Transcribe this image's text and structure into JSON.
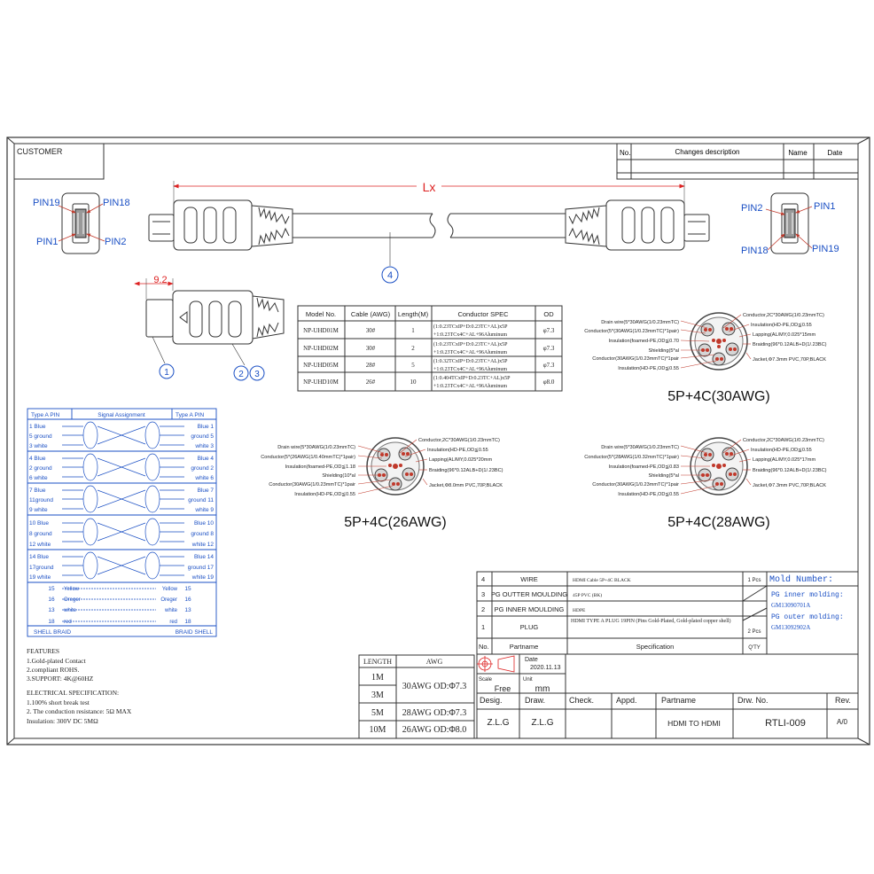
{
  "header": {
    "customer_label": "CUSTOMER",
    "rev_cols": [
      "No.",
      "Changes description",
      "Name",
      "Date"
    ]
  },
  "connectors": {
    "left_pins": {
      "top_left": "PIN19",
      "top_right": "PIN18",
      "bottom_left": "PIN1",
      "bottom_right": "PIN2"
    },
    "right_pins": {
      "top_left": "PIN2",
      "top_right": "PIN1",
      "bottom_left": "PIN18",
      "bottom_right": "PIN19"
    }
  },
  "cable": {
    "length_label": "Lx",
    "balloon_wire": "4",
    "dim_plug": "9.2",
    "balloon_1": "1",
    "balloon_2": "2",
    "balloon_3": "3"
  },
  "model_table": {
    "headers": [
      "Model No.",
      "Cable (AWG)",
      "Length(M)",
      "Conductor SPEC",
      "OD"
    ],
    "rows": [
      {
        "model": "NP-UHD01M",
        "awg": "30#",
        "len": "1",
        "spec1": "(1:0.23TCxIP+D:0.23TC+AL)x5P",
        "spec2": "+1:0.23TCx4C+AL+96Aluminum",
        "od": "φ7.3"
      },
      {
        "model": "NP-UHD02M",
        "awg": "30#",
        "len": "2",
        "spec1": "(1:0.23TCxIP+D:0.23TC+AL)x5P",
        "spec2": "+1:0.23TCx4C+AL+96Aluminum",
        "od": "φ7.3"
      },
      {
        "model": "NP-UHD05M",
        "awg": "28#",
        "len": "5",
        "spec1": "(1:0.32TCxIP+D:0.23TC+AL)x5P",
        "spec2": "+1:0.23TCx4C+AL+96Aluminum",
        "od": "φ7.3"
      },
      {
        "model": "NP-UHD10M",
        "awg": "26#",
        "len": "10",
        "spec1": "(1:0.404TCxIP+D:0.23TC+AL)x5P",
        "spec2": "+1:0.23TCx4C+AL+96Aluminum",
        "od": "φ8.0"
      }
    ]
  },
  "cross_sections": {
    "awg30": {
      "title": "5P+4C(30AWG)",
      "left": [
        "Drain wire(5*30AWG(1/0.23mmTC)",
        "Conductor(5*(30AWG(1/0.23mmTC)*1pair)",
        "Insulation(foamed-PE,OD≦0.70",
        "Shielding(5*al",
        "Conductor(30AWG(1/0.23mmTC)*1pair",
        "Insulation(HD-PE,OD≦0.55"
      ],
      "right": [
        "Conductor,2C*30AWG(1/0.23mmTC)",
        "Insulation(HD-PE,OD≦0.55",
        "Lapping(AL/MY,0.025*15mm",
        "Braiding(96*0.12ALB+D(1/.23BC)",
        "Jacket,Φ7.3mm PVC,70P,BLACK"
      ]
    },
    "awg26": {
      "title": "5P+4C(26AWG)",
      "left": [
        "Drain wire(5*30AWG(1/0.23mmTC)",
        "Conductor(5*(26AWG(1/0.40mmTC)*1pair)",
        "Insulation(foamed-PE,OD≦1.18",
        "Shielding(10*al",
        "Conductor(30AWG(1/0.23mmTC)*1pair",
        "Insulation(HD-PE,OD≦0.55"
      ],
      "right": [
        "Conductor,2C*30AWG(1/0.23mmTC)",
        "Insulation(HD-PE,OD≦0.55",
        "Lapping(AL/MY,0.025*20mm",
        "Braiding(96*0.12ALB+D(1/.23BC)",
        "Jacket,Φ8.0mm PVC,70P,BLACK"
      ]
    },
    "awg28": {
      "title": "5P+4C(28AWG)",
      "left": [
        "Drain wire(5*30AWG(1/0.23mmTC)",
        "Conductor(5*(28AWG(1/0.32mmTC)*1pair)",
        "Insulation(foamed-PE,OD≦0.83",
        "Shielding(5*al",
        "Conductor(30AWG(1/0.23mmTC)*1pair",
        "Insulation(HD-PE,OD≦0.55"
      ],
      "right": [
        "Conductor,2C*30AWG(1/0.23mmTC)",
        "Insulation(HD-PE,OD≦0.55",
        "Lapping(AL/MY,0.025*17mm",
        "Braiding(96*0.12ALB+D(1/.23BC)",
        "Jacket,Φ7.3mm PVC,70P,BLACK"
      ]
    }
  },
  "pin_table": {
    "head_left": "Type A PIN",
    "head_mid": "Signal Assignment",
    "head_right": "Type A PIN",
    "rows": [
      [
        "1  Blue",
        "Blue  1"
      ],
      [
        "5 ground",
        "ground  5"
      ],
      [
        "3  white",
        "white  3"
      ],
      [
        "4  Blue",
        "Blue  4"
      ],
      [
        "2 ground",
        "ground  2"
      ],
      [
        "6  white",
        "white  6"
      ],
      [
        "7  Blue",
        "Blue  7"
      ],
      [
        "11ground",
        "ground  11"
      ],
      [
        "9  white",
        "white  9"
      ],
      [
        "10  Blue",
        "Blue  10"
      ],
      [
        "8  ground",
        "ground  8"
      ],
      [
        "12 white",
        "white  12"
      ],
      [
        "14  Blue",
        "Blue  14"
      ],
      [
        "17ground",
        "ground  17"
      ],
      [
        "19 white",
        "white  19"
      ]
    ],
    "single_rows": [
      [
        "15",
        "Yellow",
        "Yellow",
        "15"
      ],
      [
        "16",
        "Oreger",
        "Oreger",
        "16"
      ],
      [
        "13",
        "white",
        "white",
        "13"
      ],
      [
        "18",
        "red",
        "red",
        "18"
      ]
    ],
    "foot_left": "SHELL  BRAID",
    "foot_right": "BRAID  SHELL"
  },
  "notes": {
    "features_title": "FEATURES",
    "features": [
      "1.Gold-plated Contact",
      "2.compliant ROHS.",
      "3.SUPPORT:  4K@60HZ"
    ],
    "elec_title": "ELECTRICAL SPECIFICATION:",
    "elec": [
      "1.100% short break test",
      "2. The conduction resistance: 5Ω MAX",
      "Insulation: 300V DC 5MΩ"
    ]
  },
  "length_table": {
    "headers": [
      "LENGTH",
      "AWG"
    ],
    "rows": [
      {
        "len": "1M",
        "awg": "30AWG OD:Φ7.3"
      },
      {
        "len": "3M",
        "awg": ""
      },
      {
        "len": "5M",
        "awg": "28AWG OD:Φ7.3"
      },
      {
        "len": "10M",
        "awg": "26AWG OD:Φ8.0"
      }
    ]
  },
  "bom": {
    "rows": [
      {
        "no": "4",
        "part": "WIRE",
        "spec": "HDMI Cable 5P+4C BLACK",
        "qty": "1 Pcs"
      },
      {
        "no": "3",
        "part": "PG OUTTER MOULDING",
        "spec": "45P PVC (BK)",
        "qty": ""
      },
      {
        "no": "2",
        "part": "PG INNER MOULDING",
        "spec": "HDPE",
        "qty": ""
      },
      {
        "no": "1",
        "part": "PLUG",
        "spec": "HDMI TYPE A PLUG 19PIN (Pins Gold-Plated, Gold-plated copper shell)",
        "qty": "2 Pcs"
      }
    ],
    "head": {
      "no": "No.",
      "part": "Partname",
      "spec": "Specification",
      "qty": "Q'TY"
    },
    "mold_title": "Mold Number:",
    "inner_label": "PG inner molding:",
    "inner_value": "GM13090701A",
    "outer_label": "PG outer molding:",
    "outer_value": "GM13092902A"
  },
  "title_block": {
    "date_label": "Date",
    "date_value": "2020.11.13",
    "scale_label": "Scale",
    "scale_value": "Free",
    "unit_label": "Unit",
    "unit_value": "mm",
    "desig_label": "Desig.",
    "desig_value": "Z.L.G",
    "draw_label": "Draw.",
    "draw_value": "Z.L.G",
    "check_label": "Check.",
    "appd_label": "Appd.",
    "partname_label": "Partname",
    "partname_value": "HDMI TO HDMI",
    "drwno_label": "Drw. No.",
    "drwno_value": "RTLI-009",
    "rev_label": "Rev.",
    "rev_value": "A/0"
  }
}
